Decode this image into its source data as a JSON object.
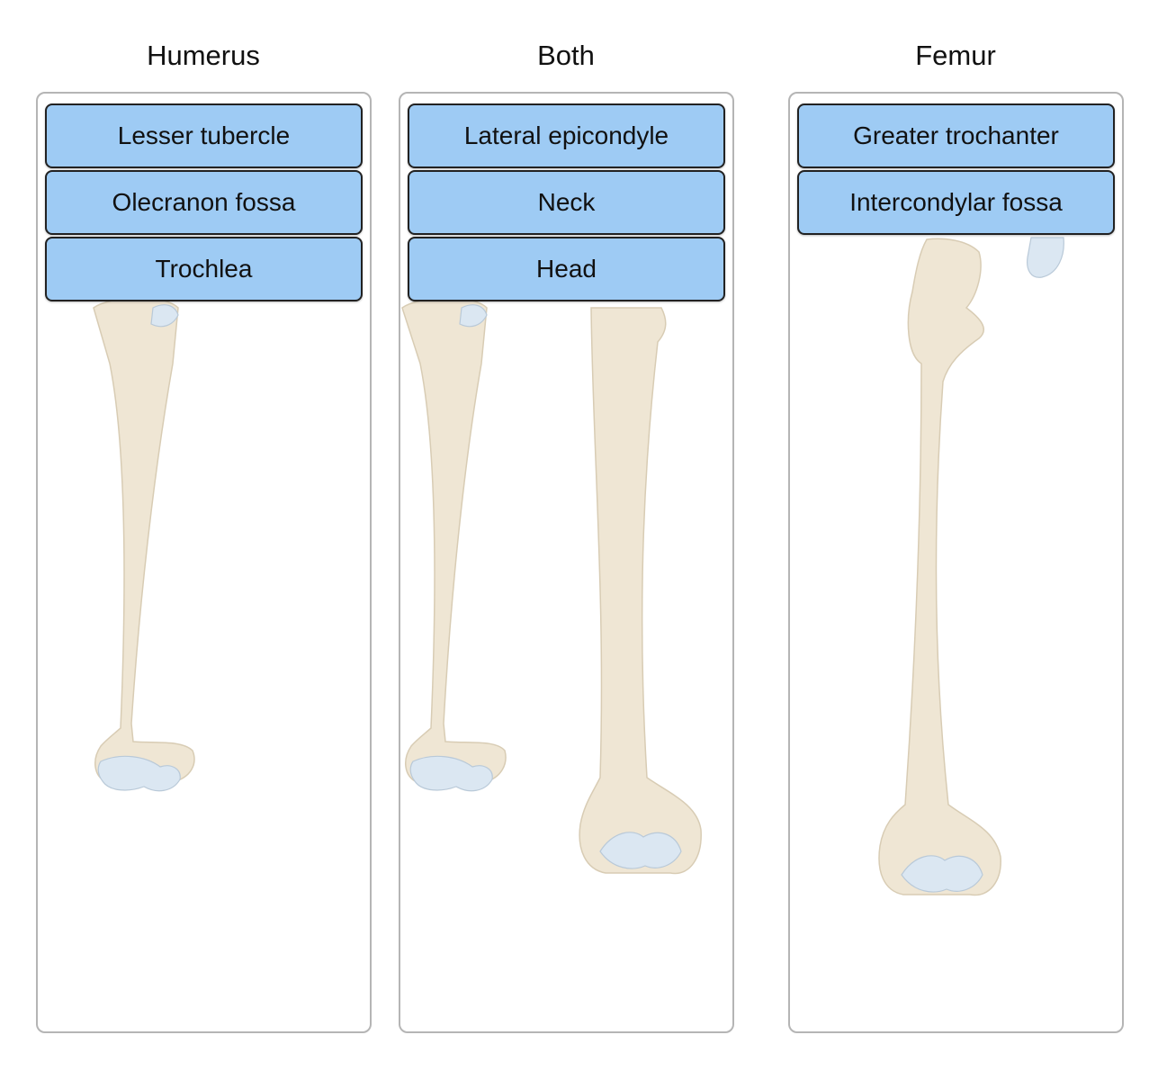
{
  "columns": [
    {
      "title": "Humerus",
      "labels": [
        "Lesser tubercle",
        "Olecranon fossa",
        "Trochlea"
      ]
    },
    {
      "title": "Both",
      "labels": [
        "Lateral epicondyle",
        "Neck",
        "Head"
      ]
    },
    {
      "title": "Femur",
      "labels": [
        "Greater trochanter",
        "Intercondylar fossa"
      ]
    }
  ],
  "colors": {
    "tile_fill": "#9ecbf4",
    "tile_border": "#222222",
    "zone_border": "#b5b5b5",
    "bone": "#efe6d4",
    "cartilage": "#dbe7f2"
  }
}
